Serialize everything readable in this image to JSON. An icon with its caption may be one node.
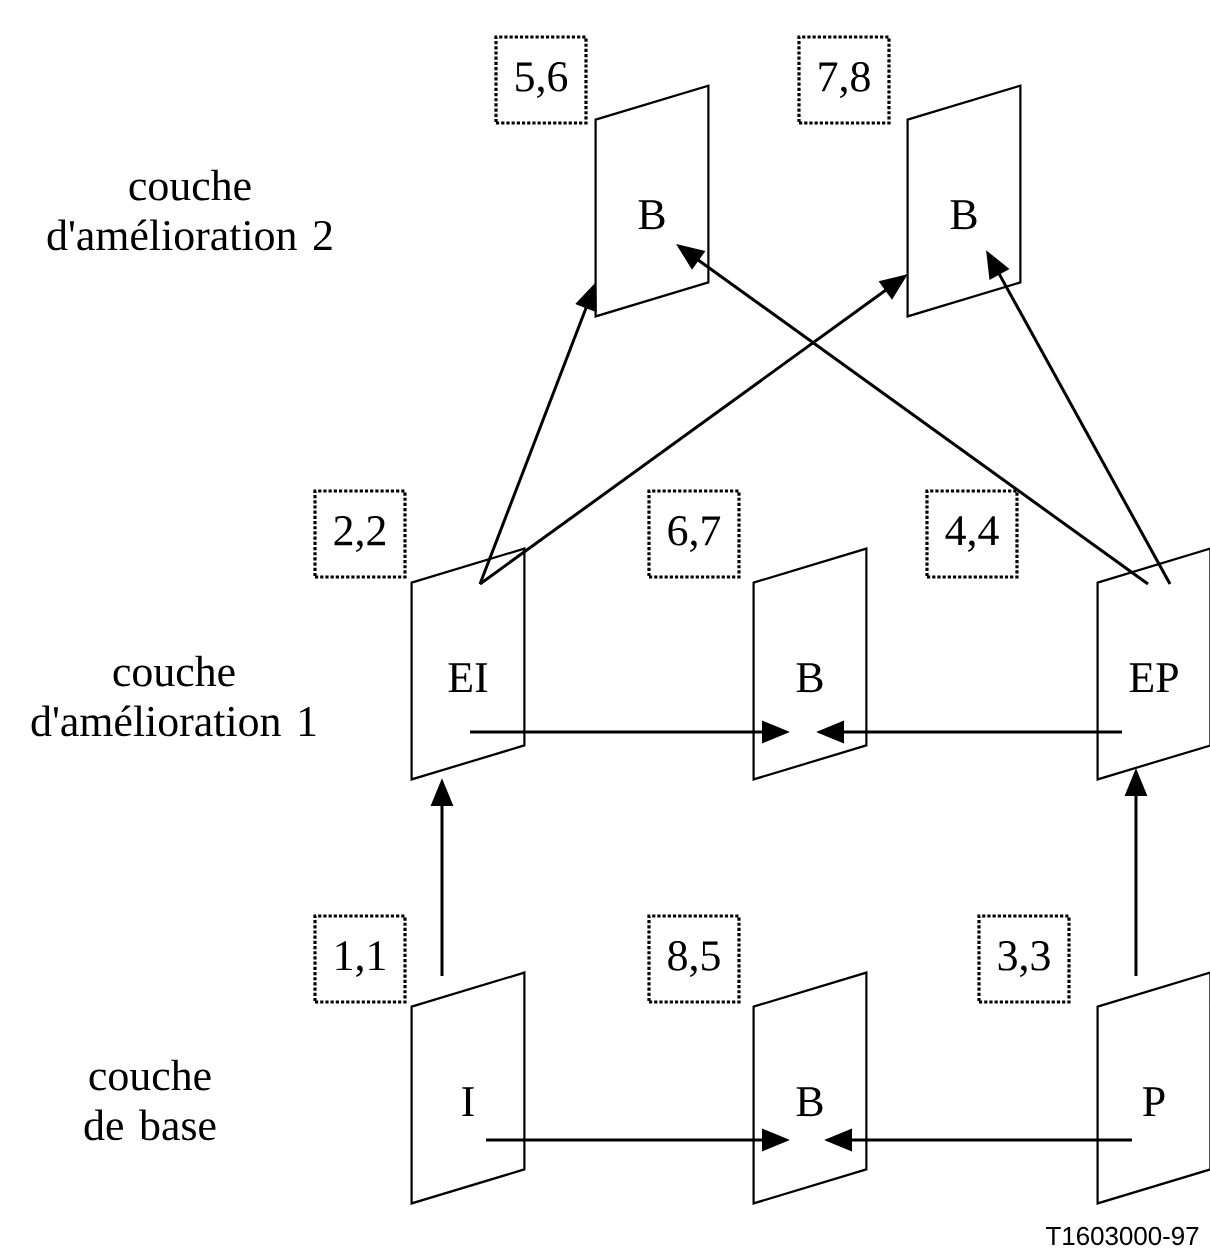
{
  "diagram": {
    "nodes": [
      {
        "text": [
          "5,6"
        ]
      },
      {
        "text": [
          "B"
        ]
      },
      {
        "text": [
          "7,8"
        ]
      },
      {
        "text": [
          "B"
        ]
      },
      {
        "text": [
          "2,2"
        ]
      },
      {
        "text": [
          "EI"
        ]
      },
      {
        "text": [
          "6,7"
        ]
      },
      {
        "text": [
          "B"
        ]
      },
      {
        "text": [
          "4,4"
        ]
      },
      {
        "text": [
          "EP"
        ]
      },
      {
        "text": [
          "1,1"
        ]
      },
      {
        "text": [
          "I"
        ]
      },
      {
        "text": [
          "8,5"
        ]
      },
      {
        "text": [
          "B"
        ]
      },
      {
        "text": [
          "3,3"
        ]
      },
      {
        "text": [
          "P"
        ]
      }
    ],
    "edges": [
      {
        "from": 11,
        "to": 13,
        "arrow": "to"
      },
      {
        "from": 15,
        "to": 13,
        "arrow": "to"
      },
      {
        "from": 5,
        "to": 7,
        "arrow": "to"
      },
      {
        "from": 9,
        "to": 7,
        "arrow": "to"
      },
      {
        "from": 11,
        "to": 5,
        "arrow": "to"
      },
      {
        "from": 15,
        "to": 9,
        "arrow": "to"
      },
      {
        "from": 5,
        "to": 1,
        "arrow": "to"
      },
      {
        "from": 5,
        "to": 3,
        "arrow": "to"
      },
      {
        "from": 9,
        "to": 1,
        "arrow": "to"
      },
      {
        "from": 9,
        "to": 3,
        "arrow": "to"
      }
    ],
    "labels": [
      "couche d'amélioration 2",
      "couche d'amélioration 1",
      "couche de base",
      "T1603000-97"
    ]
  }
}
